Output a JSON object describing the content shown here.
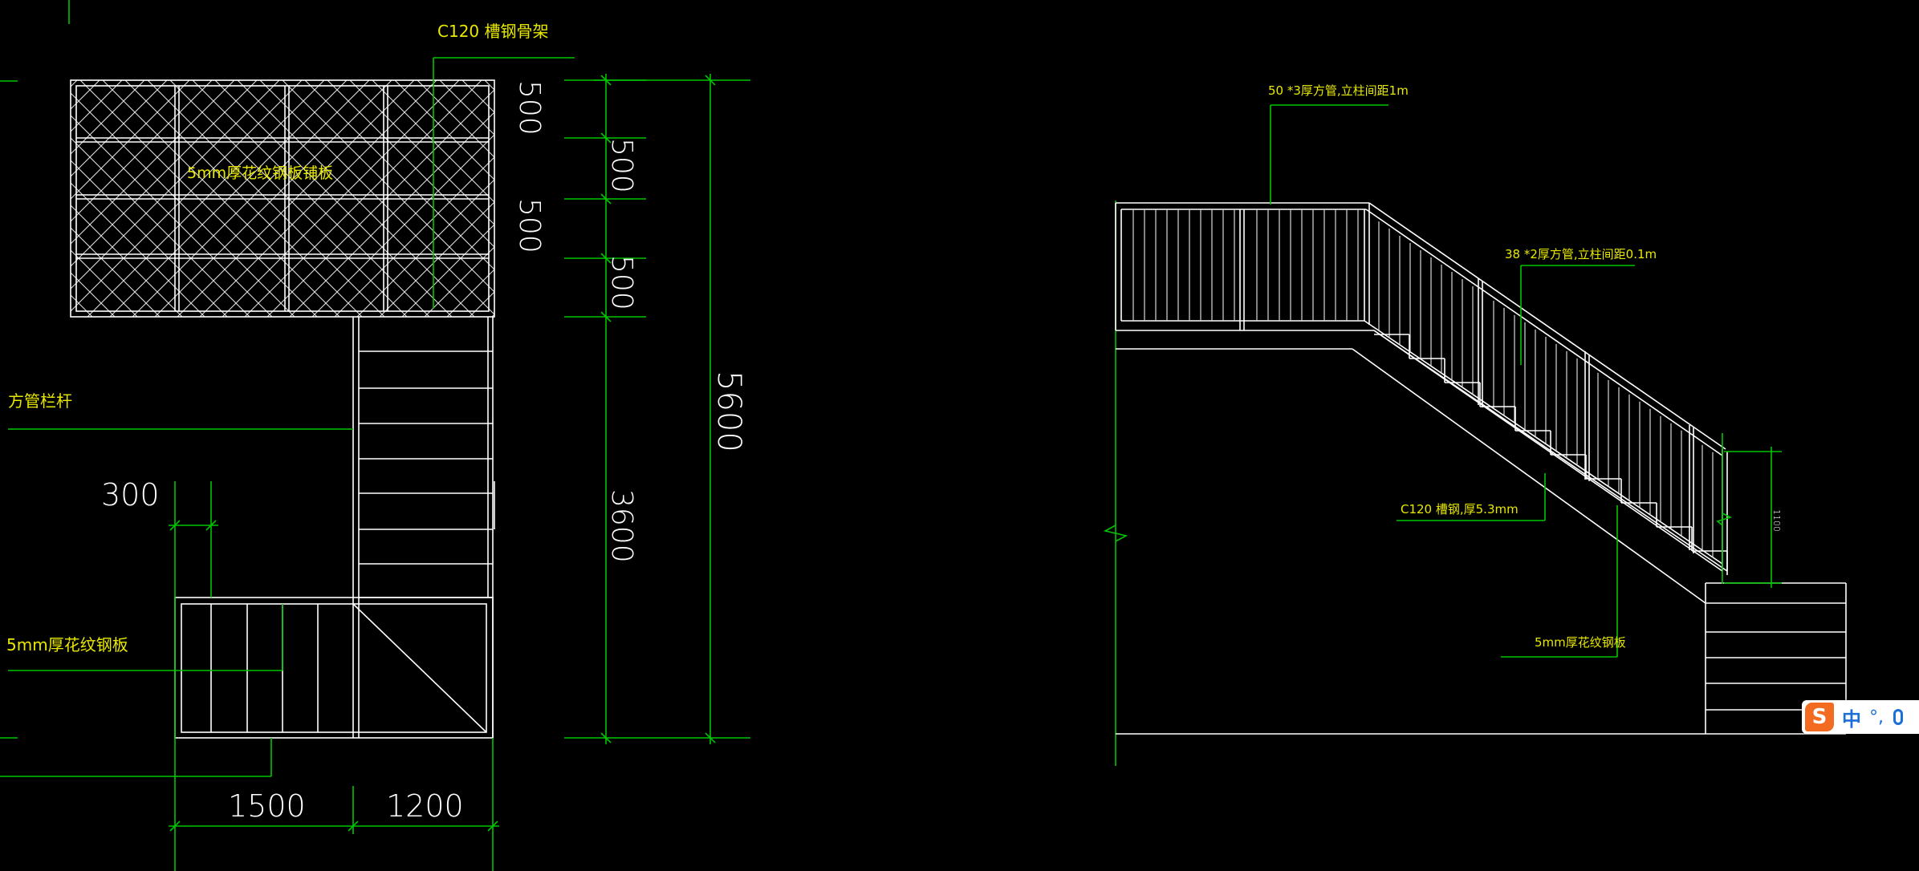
{
  "plan": {
    "labels": {
      "channel_frame": "C120 槽钢骨架",
      "checker_plate_top": "5mm厚花纹钢板铺板",
      "railing": "方管栏杆",
      "checker_plate_bottom": "5mm厚花纹钢板"
    },
    "dims": {
      "d300": "300",
      "d1500": "1500",
      "d1200": "1200",
      "d500a": "500",
      "d500b": "500",
      "d500c": "500",
      "d500d": "500",
      "d3600": "3600",
      "d5600": "5600"
    }
  },
  "elevation": {
    "labels": {
      "top_rail": "50 *3厚方管,立柱间距1m",
      "inner_rail": "38 *2厚方管,立柱间距0.1m",
      "stringer": "C120 槽钢,厚5.3mm",
      "tread": "5mm厚花纹钢板"
    },
    "dims": {
      "d1100": "1100"
    }
  },
  "ime": {
    "logo": "S",
    "mode": "中",
    "punct": "°,"
  },
  "colors": {
    "background": "#000000",
    "geometry": "#ffffff",
    "dimension": "#00c400",
    "annotation": "#e8e800"
  }
}
